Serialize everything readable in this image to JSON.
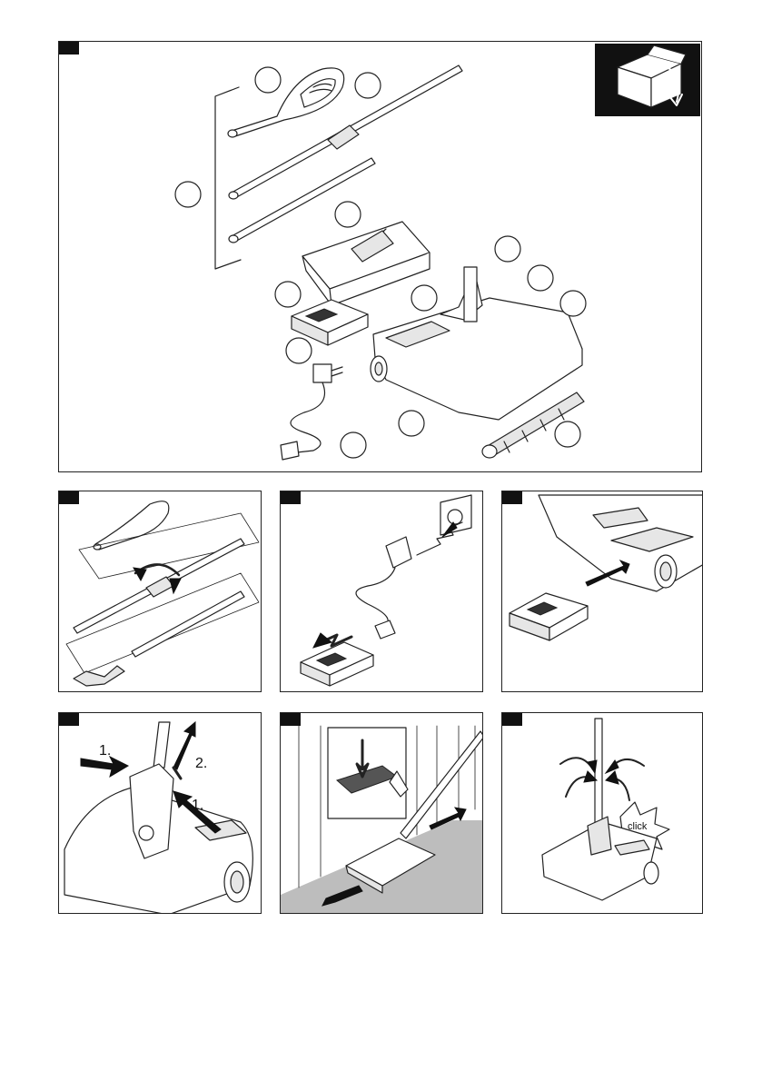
{
  "step_labels": {
    "push_first": "1.",
    "lift_second": "2.",
    "push_other": "1."
  },
  "sound_label": "click",
  "colors": {
    "ink": "#222222",
    "fill_light": "#e6e6e6",
    "floor": "#bdbdbd",
    "tag": "#111111"
  },
  "icons": {
    "unpack": "open-box-arrow-icon",
    "rotate": "rotate-arrow-icon"
  }
}
